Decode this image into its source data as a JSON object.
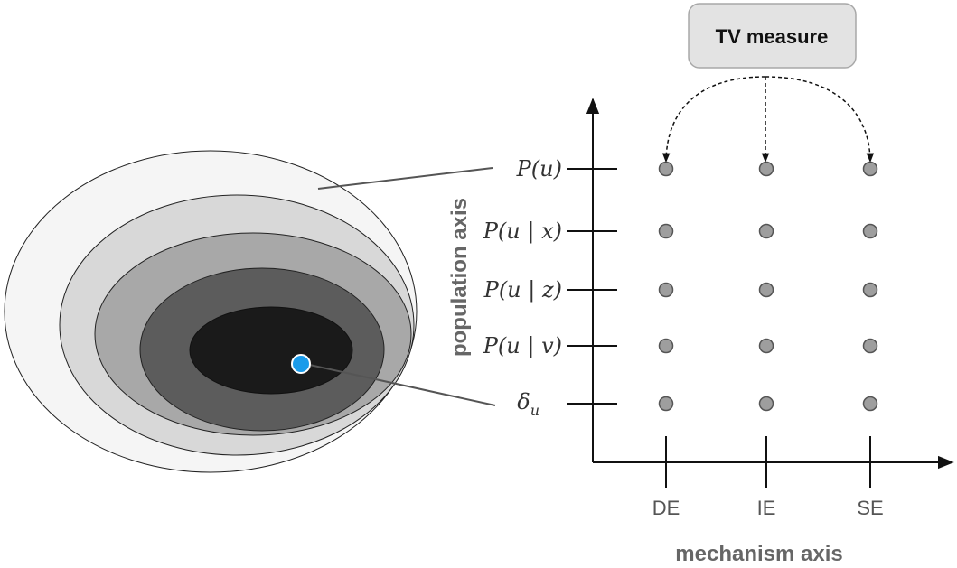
{
  "tv_measure_label": "TV measure",
  "population_axis_title": "population axis",
  "mechanism_axis_title": "mechanism axis",
  "population_levels": [
    {
      "id": "pu",
      "prefix": "P(",
      "var": "u",
      "cond": "",
      "suffix": ")"
    },
    {
      "id": "pux",
      "prefix": "P(",
      "var": "u",
      "cond": "x",
      "suffix": ")"
    },
    {
      "id": "puz",
      "prefix": "P(",
      "var": "u",
      "cond": "z",
      "suffix": ")"
    },
    {
      "id": "puv",
      "prefix": "P(",
      "var": "u",
      "cond": "v",
      "suffix": ")"
    },
    {
      "id": "delta",
      "prefix": "δ",
      "var": "u",
      "cond": "",
      "suffix": ""
    }
  ],
  "mechanisms": [
    "DE",
    "IE",
    "SE"
  ],
  "colors": {
    "point_fill": "#9e9e9e",
    "point_stroke": "#555555",
    "highlight_point": "#1a9bea",
    "box_fill": "#e3e3e3",
    "box_stroke": "#a8a8a8",
    "axis": "#111111"
  }
}
